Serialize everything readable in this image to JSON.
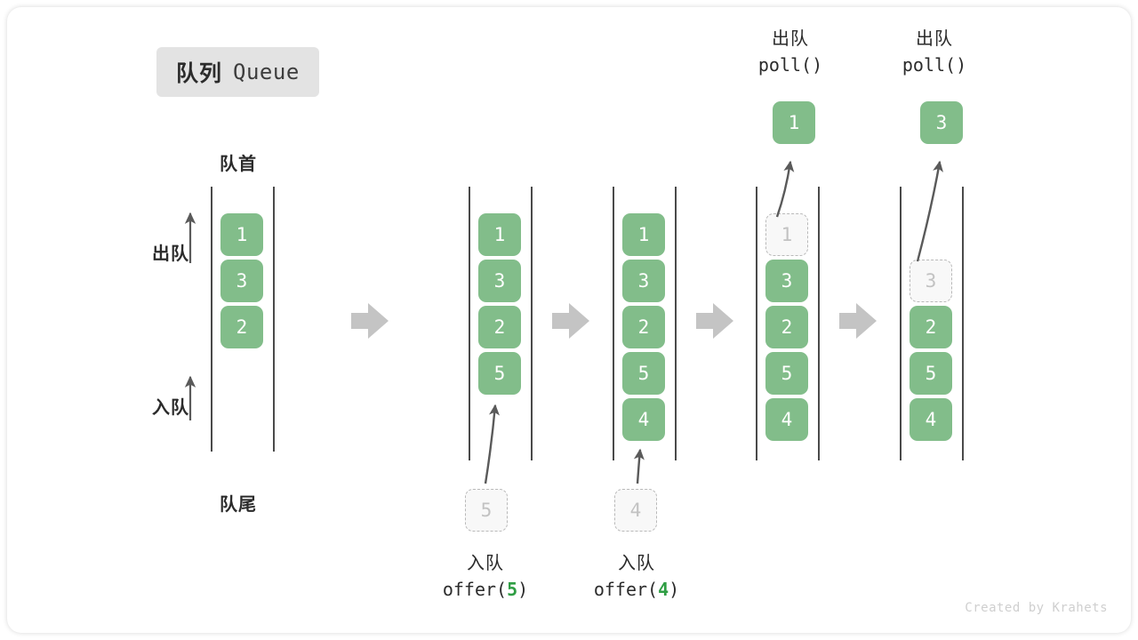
{
  "title": {
    "cn": "队列",
    "en": "Queue"
  },
  "labels": {
    "head": "队首",
    "tail": "队尾",
    "dequeue_side": "出队",
    "enqueue_side": "入队"
  },
  "colors": {
    "element": "#82bd8a",
    "element_text": "#ffffff",
    "ghost_border": "#b9b9b9",
    "ghost_text": "#c2c2c2",
    "rail": "#4a4a4a",
    "arrow": "#5a5a5a",
    "step_arrow": "#c4c4c4",
    "accent_code": "#2f9e44",
    "badge_bg": "#e3e3e3",
    "text": "#2b2b2b"
  },
  "columns": [
    {
      "name": "initial-queue",
      "cells": [
        {
          "value": "1",
          "state": "filled"
        },
        {
          "value": "3",
          "state": "filled"
        },
        {
          "value": "2",
          "state": "filled"
        }
      ]
    },
    {
      "name": "after-offer-5",
      "cells": [
        {
          "value": "1",
          "state": "filled"
        },
        {
          "value": "3",
          "state": "filled"
        },
        {
          "value": "2",
          "state": "filled"
        },
        {
          "value": "5",
          "state": "filled"
        }
      ]
    },
    {
      "name": "after-offer-4",
      "cells": [
        {
          "value": "1",
          "state": "filled"
        },
        {
          "value": "3",
          "state": "filled"
        },
        {
          "value": "2",
          "state": "filled"
        },
        {
          "value": "5",
          "state": "filled"
        },
        {
          "value": "4",
          "state": "filled"
        }
      ]
    },
    {
      "name": "after-poll-1",
      "cells": [
        {
          "value": "1",
          "state": "ghost"
        },
        {
          "value": "3",
          "state": "filled"
        },
        {
          "value": "2",
          "state": "filled"
        },
        {
          "value": "5",
          "state": "filled"
        },
        {
          "value": "4",
          "state": "filled"
        }
      ]
    },
    {
      "name": "after-poll-3",
      "cells": [
        {
          "value": "",
          "state": "empty"
        },
        {
          "value": "3",
          "state": "ghost"
        },
        {
          "value": "2",
          "state": "filled"
        },
        {
          "value": "5",
          "state": "filled"
        },
        {
          "value": "4",
          "state": "filled"
        }
      ]
    }
  ],
  "operations": {
    "offer_5": {
      "cn": "入队",
      "code_prefix": "offer(",
      "code_arg": "5",
      "code_suffix": ")",
      "ghost_value": "5"
    },
    "offer_4": {
      "cn": "入队",
      "code_prefix": "offer(",
      "code_arg": "4",
      "code_suffix": ")",
      "ghost_value": "4"
    },
    "poll_1": {
      "cn": "出队",
      "code": "poll()",
      "result_value": "1"
    },
    "poll_3": {
      "cn": "出队",
      "code": "poll()",
      "result_value": "3"
    }
  },
  "watermark": "Created by Krahets"
}
